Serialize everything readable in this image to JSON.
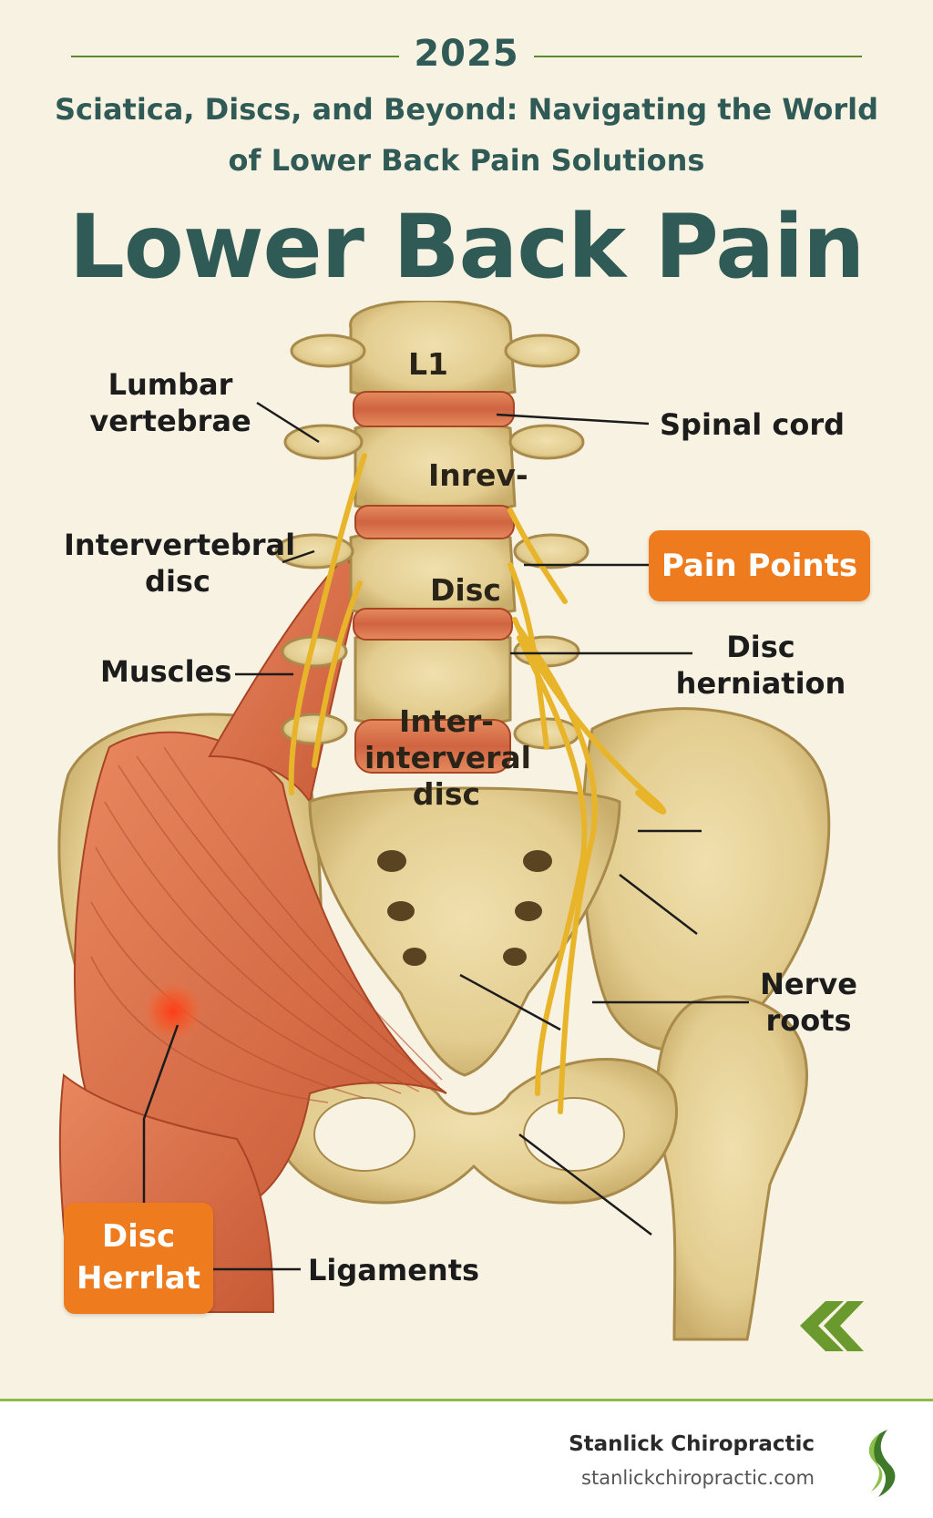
{
  "header": {
    "year": "2025",
    "subtitle_line1": "Sciatica, Discs, and Beyond: Navigating the World",
    "subtitle_line2": "of Lower Back Pain Solutions",
    "title": "Lower Back Pain"
  },
  "diagram": {
    "vertebra_labels": {
      "top": "L1",
      "second": "Inrev-",
      "third": "Disc",
      "fourth_line1": "Inter-",
      "fourth_line2": "interveral",
      "fourth_line3": "disc"
    },
    "callouts": {
      "lumbar_vertebrae": [
        "Lumbar",
        "vertebrae"
      ],
      "spinal_cord": "Spinal cord",
      "intervertebral_disc": [
        "Intervertebral",
        "disc"
      ],
      "pain_points": "Pain Points",
      "muscles": "Muscles",
      "disc_herniation": [
        "Disc",
        "herniation"
      ],
      "nerve_roots": [
        "Nerve",
        "roots"
      ],
      "ligaments": "Ligaments",
      "disc_herrlat": [
        "Disc",
        "Herrlat"
      ]
    },
    "colors": {
      "bone": "#e6d29a",
      "disc": "#d9714a",
      "nerve": "#e8b52a",
      "muscle": "#d96a45",
      "badge": "#ee7c1e",
      "title": "#2f5a55",
      "accent": "#5a8a2e"
    },
    "icons": [
      "double-chevron-left-icon"
    ]
  },
  "footer": {
    "brand": "Stanlick Chiropractic",
    "url": "stanlickchiropractic.com",
    "logo_icon": "s-swoosh-logo-icon"
  }
}
